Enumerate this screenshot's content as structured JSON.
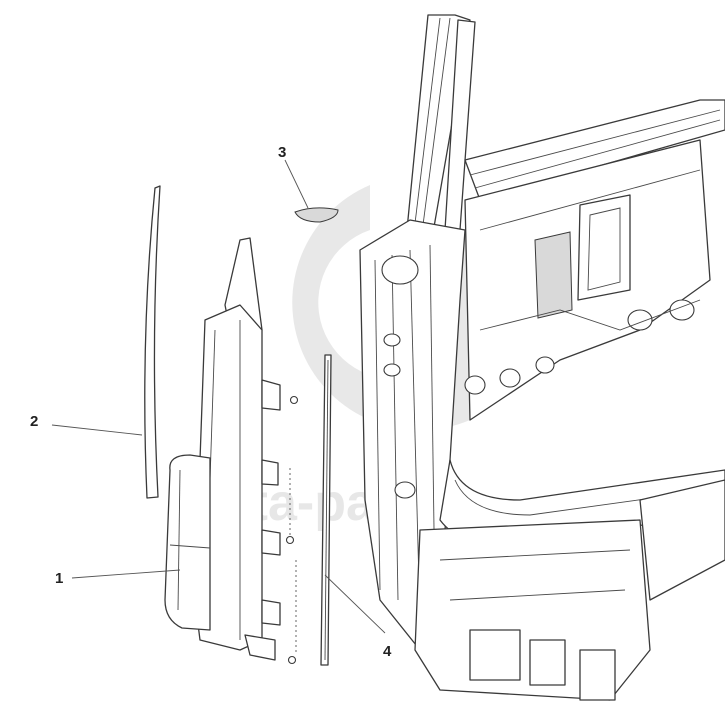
{
  "watermark": {
    "text": "data-parts",
    "color": "#e0e0e0"
  },
  "callouts": [
    {
      "id": "1",
      "label": "1"
    },
    {
      "id": "2",
      "label": "2"
    },
    {
      "id": "3",
      "label": "3"
    },
    {
      "id": "4",
      "label": "4"
    }
  ],
  "colors": {
    "line": "#3a3a3a",
    "label": "#222222",
    "background": "#ffffff"
  }
}
